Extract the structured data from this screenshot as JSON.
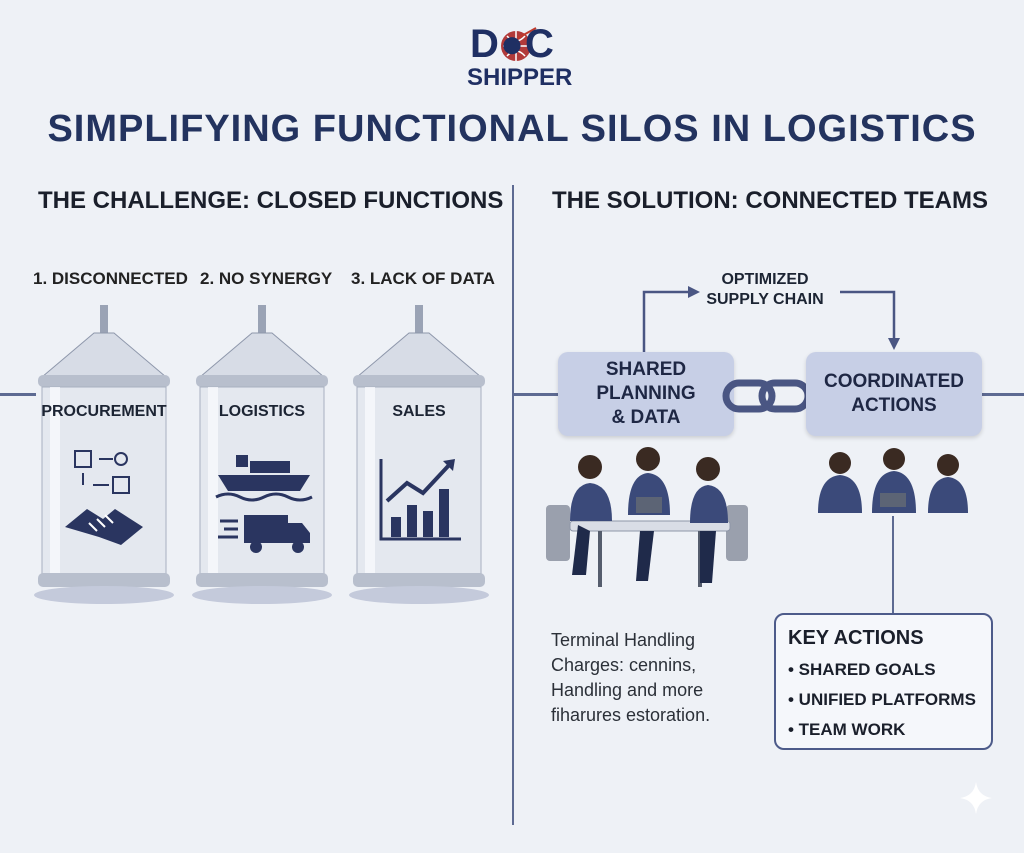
{
  "logo": {
    "top": "D●C",
    "bottom": "SHIPPER"
  },
  "title": "SIMPLIFYING FUNCTIONAL SILOS IN LOGISTICS",
  "challenge": {
    "heading": "THE CHALLENGE: CLOSED FUNCTIONS",
    "problems": [
      "1. DISCONNECTED",
      "2. NO SYNERGY",
      "3. LACK OF DATA"
    ],
    "silos": [
      {
        "label": "PROCUREMENT",
        "icon": "procurement-handshake-icon"
      },
      {
        "label": "LOGISTICS",
        "icon": "ship-truck-icon"
      },
      {
        "label": "SALES",
        "icon": "growth-chart-icon"
      }
    ]
  },
  "solution": {
    "heading": "THE SOLUTION: CONNECTED TEAMS",
    "top_label_1": "OPTIMIZED",
    "top_label_2": "SUPPLY CHAIN",
    "box_left": [
      "SHARED",
      "PLANNING",
      "& DATA"
    ],
    "box_right": [
      "COORDINATED",
      "ACTIONS"
    ],
    "paragraph": [
      "Terminal Handling",
      "Charges: cennins,",
      "Handling and more",
      "fiharures estoration."
    ],
    "key_actions": {
      "title": "KEY ACTIONS",
      "items": [
        "• SHARED GOALS",
        "• UNIFIED PLATFORMS",
        "• TEAM WORK"
      ]
    }
  },
  "colors": {
    "navy": "#23335f",
    "box": "#c7cfe6",
    "line": "#5d6a92",
    "accent": "#c0392b"
  }
}
